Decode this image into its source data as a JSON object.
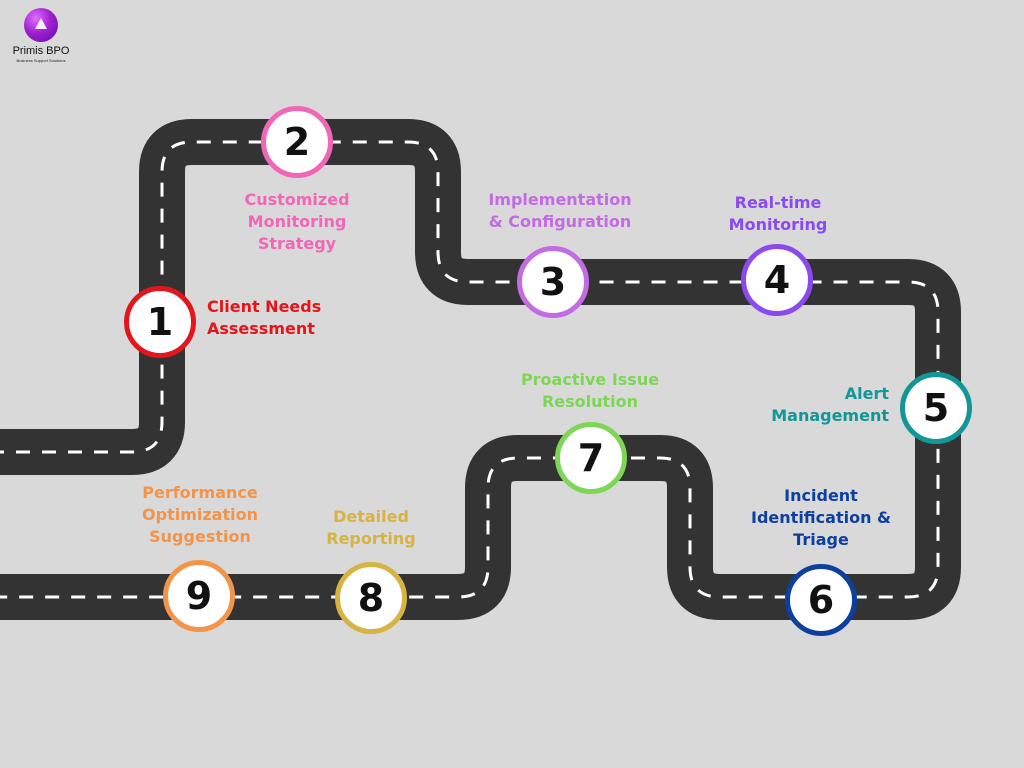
{
  "logo": {
    "icon": "triangle-logo-icon",
    "name": "Primis BPO",
    "tagline": "Business Support Solutions"
  },
  "colors": {
    "background": "#d9d9d9",
    "road": "#333333",
    "lane_marking": "#ffffff"
  },
  "steps": [
    {
      "number": "1",
      "label": "Client Needs\nAssessment",
      "color": "#e3161b"
    },
    {
      "number": "2",
      "label": "Customized\nMonitoring\nStrategy",
      "color": "#f266b8"
    },
    {
      "number": "3",
      "label": "Implementation\n& Configuration",
      "color": "#c36be3"
    },
    {
      "number": "4",
      "label": "Real-time\nMonitoring",
      "color": "#8b4af0"
    },
    {
      "number": "5",
      "label": "Alert\nManagement",
      "color": "#139697"
    },
    {
      "number": "6",
      "label": "Incident\nIdentification &\nTriage",
      "color": "#0d3f9e"
    },
    {
      "number": "7",
      "label": "Proactive Issue\nResolution",
      "color": "#7ed656"
    },
    {
      "number": "8",
      "label": "Detailed\nReporting",
      "color": "#d6b343"
    },
    {
      "number": "9",
      "label": "Performance\nOptimization\nSuggestion",
      "color": "#f39448"
    }
  ]
}
